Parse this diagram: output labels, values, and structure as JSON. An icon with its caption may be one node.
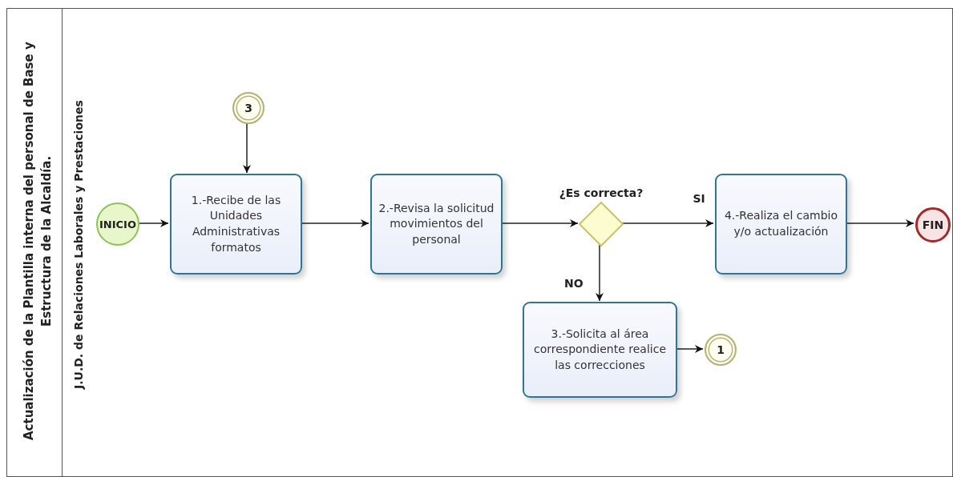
{
  "diagram": {
    "nodes": [
      {
        "text": [
          "Actualización de la Plantilla interna del personal de Base y Estructura de la Alcaldía."
        ]
      },
      {
        "text": [
          "J.U.D. de Relaciones Laborales y Prestaciones"
        ],
        "in": 0
      },
      {
        "text": [
          "INICIO"
        ],
        "in": 1
      },
      {
        "text": [
          "3"
        ],
        "in": 1
      },
      {
        "text": [
          "1.-Recibe de las Unidades Administrativas formatos"
        ],
        "in": 1
      },
      {
        "text": [
          "2.-Revisa la solicitud movimientos del personal"
        ],
        "in": 1
      },
      {
        "text": [
          "¿Es correcta?"
        ],
        "in": 1
      },
      {
        "text": [
          "4.-Realiza el cambio y/o actualización"
        ],
        "in": 1
      },
      {
        "text": [
          "FIN"
        ],
        "in": 1
      },
      {
        "text": [
          "3.-Solicita al área correspondiente realice las correcciones"
        ],
        "in": 1
      },
      {
        "text": [
          "1"
        ],
        "in": 1
      }
    ],
    "edges": [
      {
        "from": 2,
        "to": 4,
        "arrow": "to"
      },
      {
        "from": 3,
        "to": 4,
        "arrow": "to"
      },
      {
        "from": 4,
        "to": 5,
        "arrow": "to"
      },
      {
        "from": 5,
        "to": 6,
        "arrow": "to"
      },
      {
        "from": 6,
        "to": 7,
        "arrow": "to",
        "label": "SI"
      },
      {
        "from": 6,
        "to": 9,
        "arrow": "to",
        "label": "NO"
      },
      {
        "from": 7,
        "to": 8,
        "arrow": "to"
      },
      {
        "from": 9,
        "to": 10,
        "arrow": "to"
      }
    ]
  }
}
